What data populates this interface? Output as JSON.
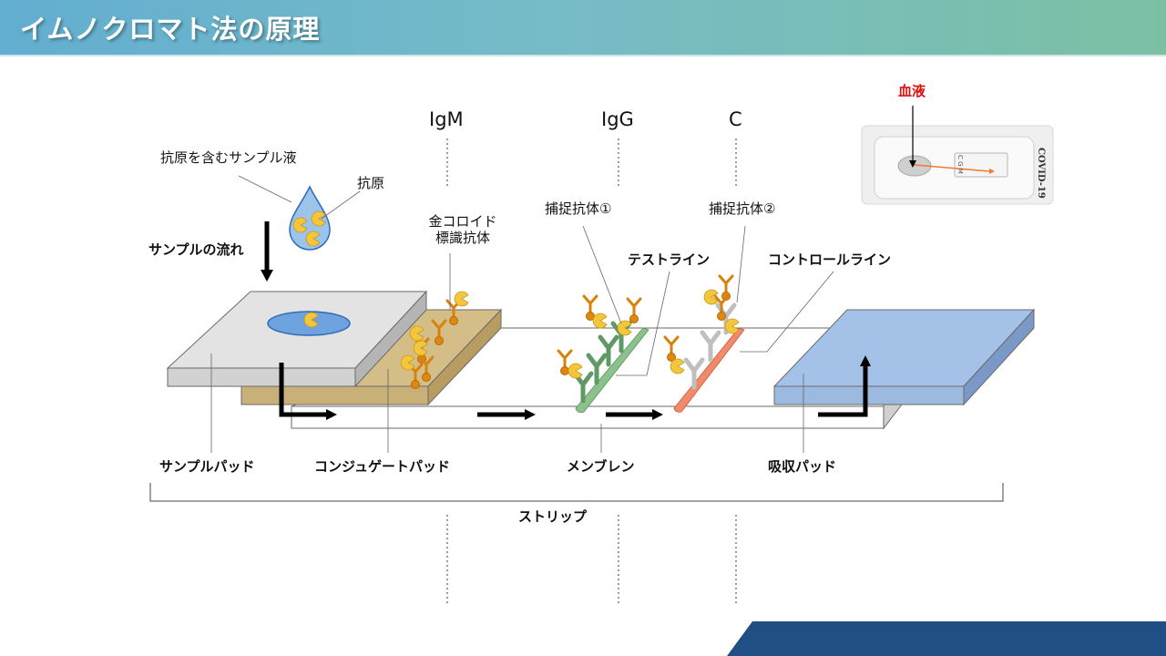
{
  "title": "イムノクロマト法の原理",
  "lines": {
    "igm": "IgM",
    "igg": "IgG",
    "c": "C"
  },
  "labels": {
    "sample_liquid": "抗原を含むサンプル液",
    "antigen": "抗原",
    "sample_flow": "サンプルの流れ",
    "gold_colloid_line1": "金コロイド",
    "gold_colloid_line2": "標識抗体",
    "capture_antibody_1": "捕捉抗体①",
    "capture_antibody_2": "捕捉抗体②",
    "test_line": "テストライン",
    "control_line": "コントロールライン",
    "sample_pad": "サンプルパッド",
    "conjugate_pad": "コンジュゲートパッド",
    "membrane": "メンブレン",
    "absorbent_pad": "吸収パッド",
    "strip": "ストリップ",
    "blood": "血液"
  },
  "device": {
    "brand_text": "COVID-19",
    "markings": [
      "C",
      "G",
      "M"
    ]
  },
  "colors": {
    "header_start": "#62aed0",
    "header_end": "#7cc0a4",
    "sample_pad": "#d9d9d9",
    "conjugate_pad": "#d4bd86",
    "absorbent_pad": "#a4c2e8",
    "test_line": "#8cc08c",
    "control_line": "#f08a6a",
    "antibody_gold": "#e08a10",
    "antigen": "#f4c63c",
    "blood_label": "#e01010",
    "footer": "#1f4f84"
  }
}
